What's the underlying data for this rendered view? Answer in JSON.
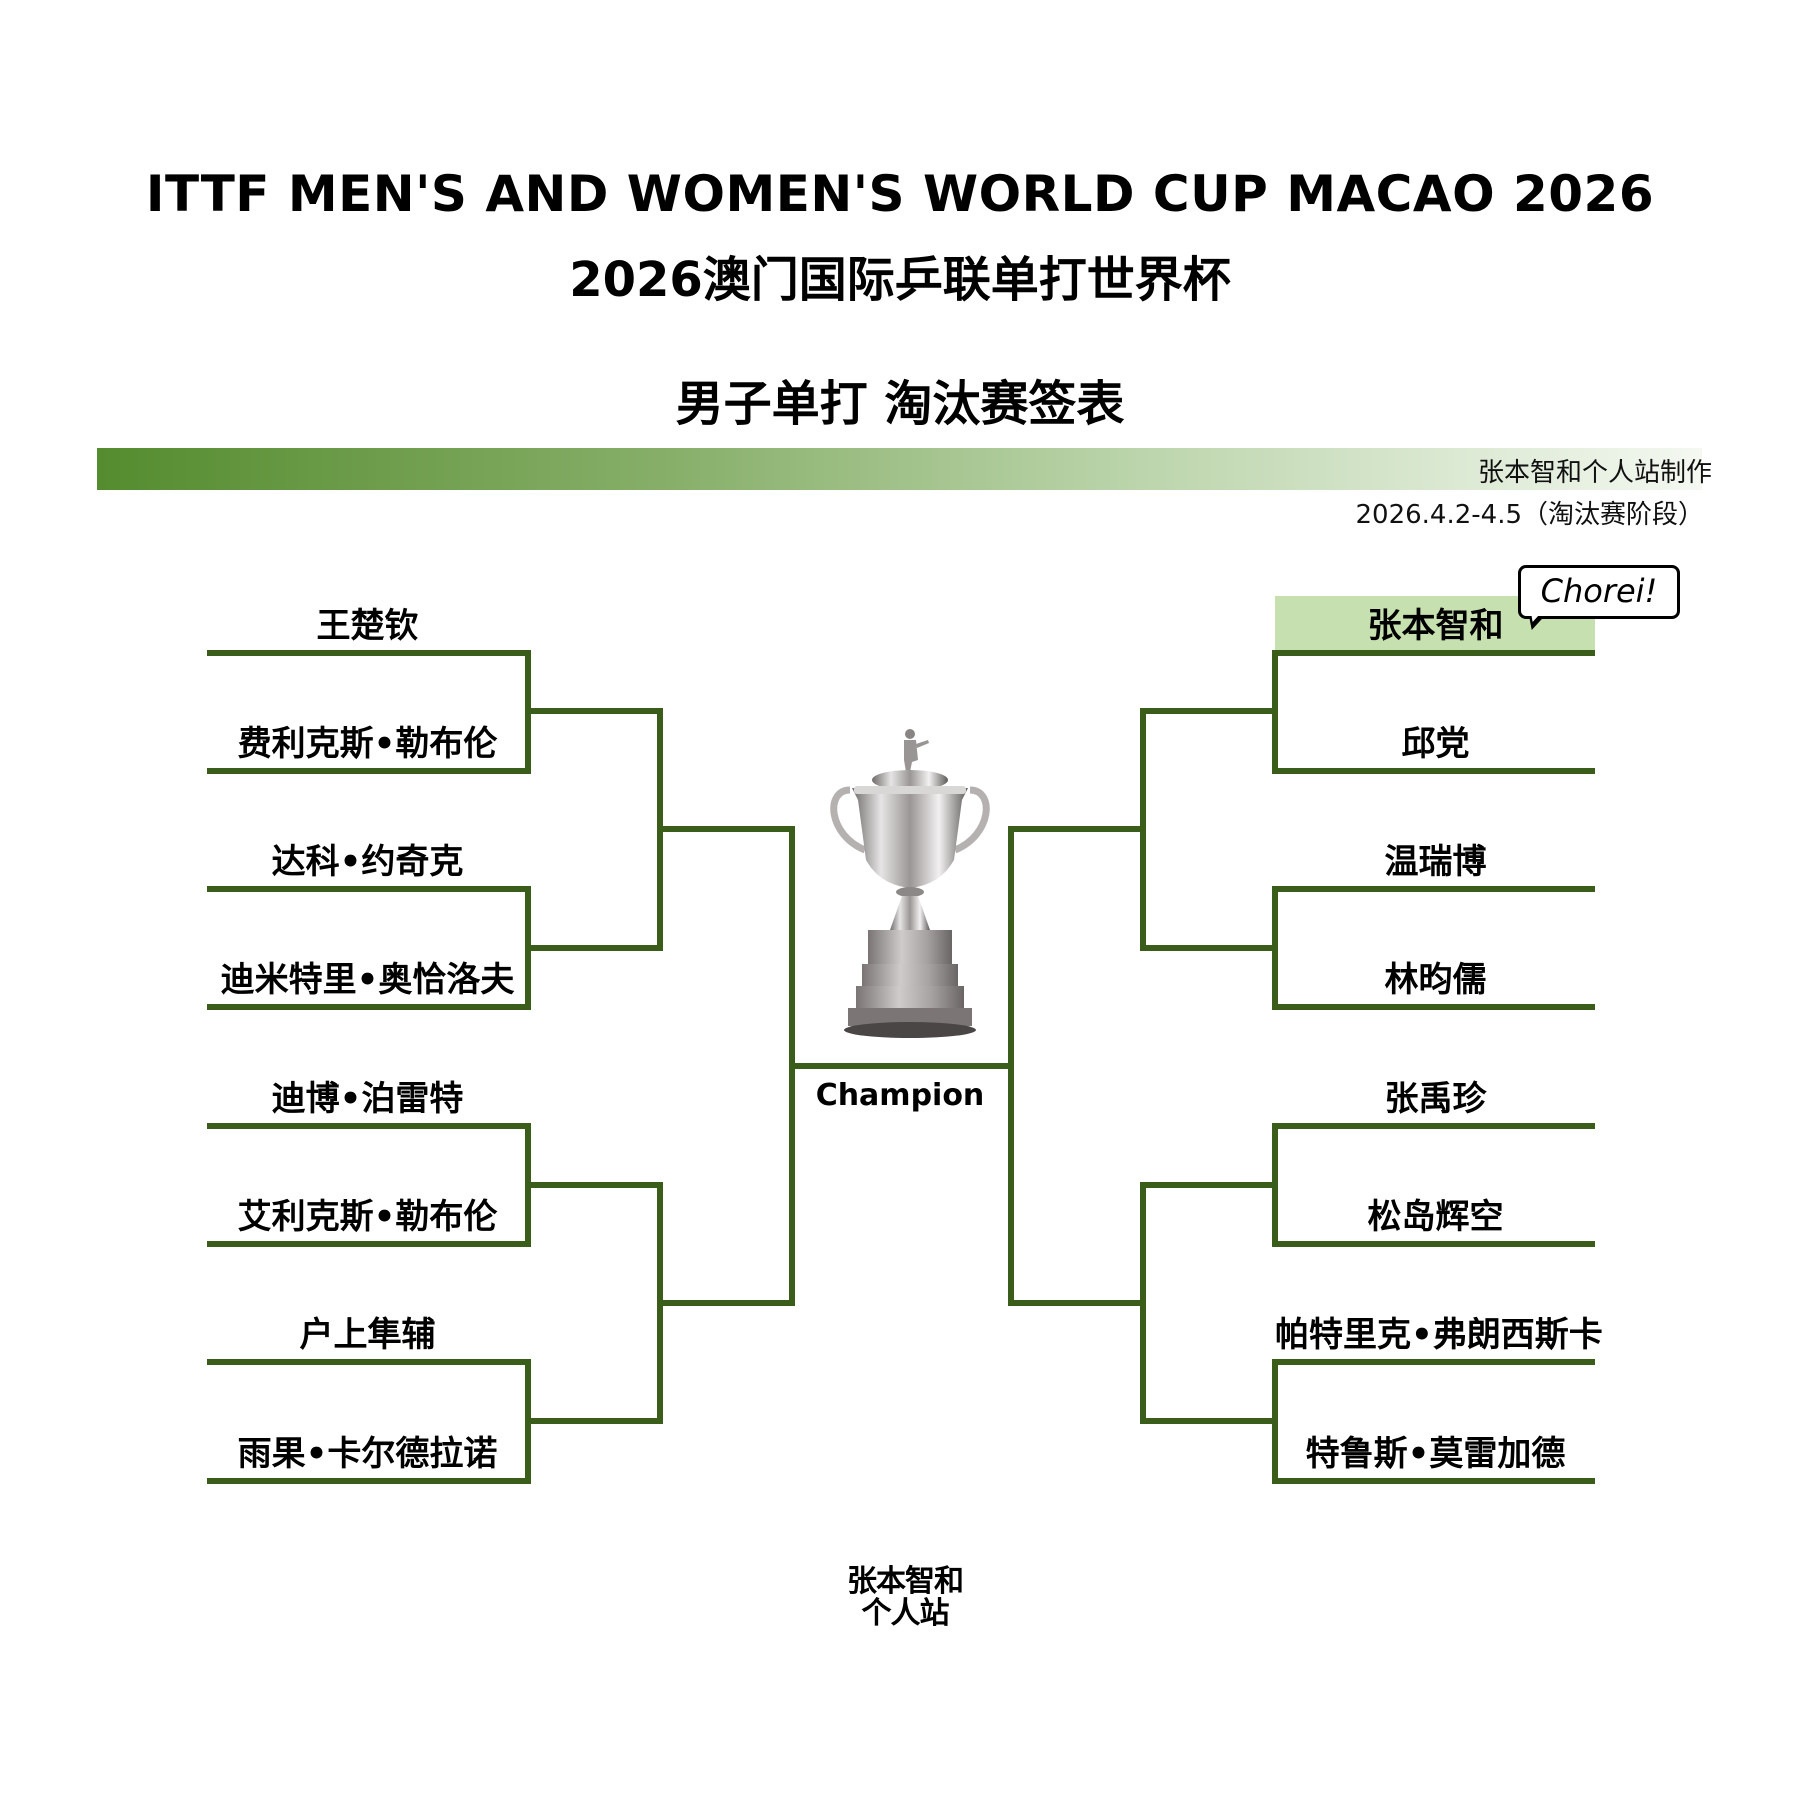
{
  "header": {
    "title_en": "ITTF MEN'S AND WOMEN'S WORLD CUP MACAO 2026",
    "title_cn": "2026澳门国际乒联单打世界杯",
    "subtitle": "男子单打 淘汰赛签表",
    "maker": "张本智和个人站制作",
    "dates": "2026.4.2-4.5（淘汰赛阶段）"
  },
  "colors": {
    "bracket_line": "#3a5e1a",
    "highlight": "#c6e0b0",
    "gradient_start": "#558c2f",
    "gradient_end": "#f4f8f1"
  },
  "bracket": {
    "left": [
      {
        "name": "王楚钦"
      },
      {
        "name": "费利克斯•勒布伦"
      },
      {
        "name": "达科•约奇克"
      },
      {
        "name": "迪米特里•奥恰洛夫"
      },
      {
        "name": "迪博•泊雷特"
      },
      {
        "name": "艾利克斯•勒布伦"
      },
      {
        "name": "户上隼辅"
      },
      {
        "name": "雨果•卡尔德拉诺"
      }
    ],
    "right": [
      {
        "name": "张本智和",
        "highlighted": true
      },
      {
        "name": "邱党"
      },
      {
        "name": "温瑞博"
      },
      {
        "name": "林昀儒"
      },
      {
        "name": "张禹珍"
      },
      {
        "name": "松岛辉空"
      },
      {
        "name": "帕特里克•弗朗西斯卡"
      },
      {
        "name": "特鲁斯•莫雷加德"
      }
    ],
    "champion_label": "Champion",
    "trophy_icon": "trophy-icon"
  },
  "callout": {
    "text": "Chorei!"
  },
  "footer": {
    "logo_line1": "张本智和",
    "logo_line2": "个人站"
  }
}
